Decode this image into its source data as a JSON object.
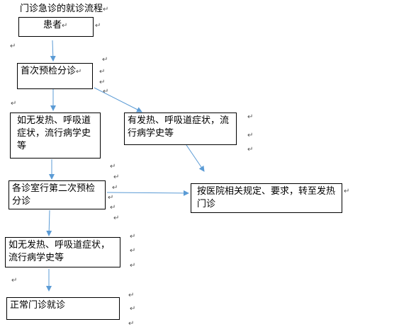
{
  "title": "门诊急诊的就诊流程",
  "nodes": {
    "patient": "患者",
    "first_triage": "首次预检分诊",
    "no_fever_1": "如无发热、呼吸道症状，流行病学史等",
    "has_fever": "有发热、呼吸道症状，流行病学史等",
    "second_triage": "各诊室行第二次预检分诊",
    "fever_clinic": "按医院相关规定、要求，转至发热门诊",
    "no_fever_2": "如无发热、呼吸道症状，流行病学史等",
    "normal_visit": "正常门诊就诊"
  },
  "paragraph_mark": "↵",
  "colors": {
    "arrow": "#5b9bd5",
    "border": "#000000"
  }
}
